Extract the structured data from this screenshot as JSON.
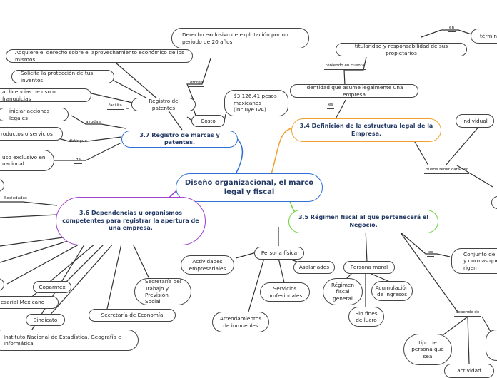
{
  "central": "Diseño organizacional, el marco legal y fiscal",
  "registro": {
    "title": "3.7 Registro de marcas y patentes.",
    "registro_patentes": "Registro de patentes",
    "derecho_exclusivo": "Derecho exclusivo de explotación por un periodo de 20 años",
    "adquiere": "Adquiere el derecho sobre el aprovechamiento económico de los mismos",
    "solicita": "Solicita la protección de tus inventos",
    "licencias": "ar licencias de uso o franquicias",
    "iniciar": "iniciar acciones legales",
    "productos": "roductos o servicios",
    "uso_exclusivo": "uso exclusivo en nacional",
    "costo": "Costo",
    "costo_valor": "$3,126.41 pesos mexicanos (incluye IVA).",
    "otorga": "otorga",
    "facilita": "facilita",
    "ayuda_a": "ayuda a",
    "distingue": "distingue",
    "da": "da"
  },
  "definicion": {
    "title": "3.4 Definición de la estructura legal de la Empresa.",
    "identidad": "identidad que asume legalmente una empresa",
    "titularidad": "titularidad y responsabilidad de sus propietarios",
    "termino": "término",
    "individual": "Individual",
    "es": "es",
    "teniendo": "teniendo en cuenta",
    "en": "en",
    "puede_tener": "puede tener carácter"
  },
  "regimen": {
    "title": "3.5 Régimen fiscal al que pertenecerá el Negocio.",
    "persona_fisica": "Persona física",
    "persona_moral": "Persona moral",
    "actividades": "Actividades empresariales",
    "asalariados": "Asalariados",
    "servicios": "Servicios profesionales",
    "arrendamientos": "Arrendamientos de inmuebles",
    "regimen_general": "Régimen fiscal general",
    "acumulacion": "Acumulación de ingresos",
    "sin_fines": "Sin fines de lucro",
    "conjunto": "Conjunto de le y normas que rigen",
    "tipo_persona": "tipo de persona que sea",
    "actividad": "actividad",
    "es": "es",
    "depende_de": "depende de"
  },
  "dependencias": {
    "title": "3.6 Dependencias u organismos competentes para registrar la apertura de una empresa.",
    "sociedades": "Sociedades",
    "coparmex": "Coparmex",
    "empresarial": "esarial Mexicano",
    "sindicato": "Sindicato",
    "secretaria_trabajo": "Secretaría del Trabajo y Previsión Social",
    "secretaria_economia": "Secretaría de Economía",
    "inegi": "Instituto Nacional de Estadística, Geografía e Informática"
  }
}
